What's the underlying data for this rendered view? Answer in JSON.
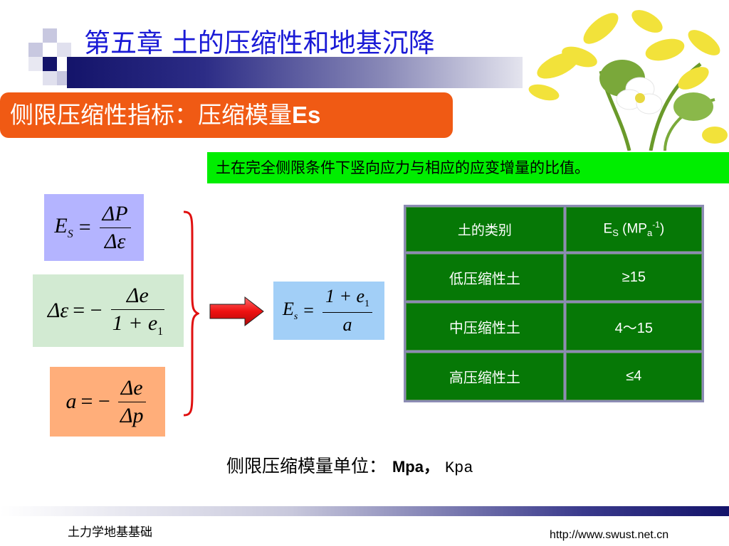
{
  "header": {
    "title": "第五章  土的压缩性和地基沉降",
    "subtitle_cn": "侧限压缩性指标：压缩模量",
    "subtitle_en": "Es"
  },
  "definition": "土在完全侧限条件下竖向应力与相应的应变增量的比值。",
  "formulas": {
    "f1": {
      "lhs_main": "E",
      "lhs_sub": "S",
      "eq": "=",
      "num": "ΔP",
      "den": "Δε"
    },
    "f2": {
      "lhs": "Δε",
      "eq": "= −",
      "num": "Δe",
      "den_a": "1 + e",
      "den_sub": "1"
    },
    "f3": {
      "lhs": "a",
      "eq": "= −",
      "num": "Δe",
      "den": "Δp"
    },
    "f4": {
      "lhs_main": "E",
      "lhs_sub": "s",
      "eq": "=",
      "num_a": "1 + e",
      "num_sub": "1",
      "den": "a"
    }
  },
  "table": {
    "header": {
      "col1": "土的类别",
      "col2_main": "E",
      "col2_sub": "S",
      "col2_unit_pre": " (MP",
      "col2_unit_sub": "a",
      "col2_unit_sup": "-1",
      "col2_unit_post": ")"
    },
    "rows": [
      {
        "type": "低压缩性土",
        "value": "≥15"
      },
      {
        "type": "中压缩性土",
        "value": "4～15"
      },
      {
        "type": "高压缩性土",
        "value": "≤4"
      }
    ]
  },
  "unit_line": {
    "label": "侧限压缩模量单位：",
    "mpa": "Mpa，",
    "kpa": "Kpa"
  },
  "footer": {
    "left": "土力学地基基础",
    "right": "http://www.swust.net.cn"
  },
  "colors": {
    "title": "#1a1ad6",
    "subtitle_bg": "#f05a14",
    "definition_bg": "#00ee00",
    "table_cell": "#067806",
    "arrow": "#ee1111",
    "brace": "#e01010"
  },
  "icons": [
    "checker-decoration",
    "flower-image",
    "red-arrow",
    "red-brace"
  ]
}
